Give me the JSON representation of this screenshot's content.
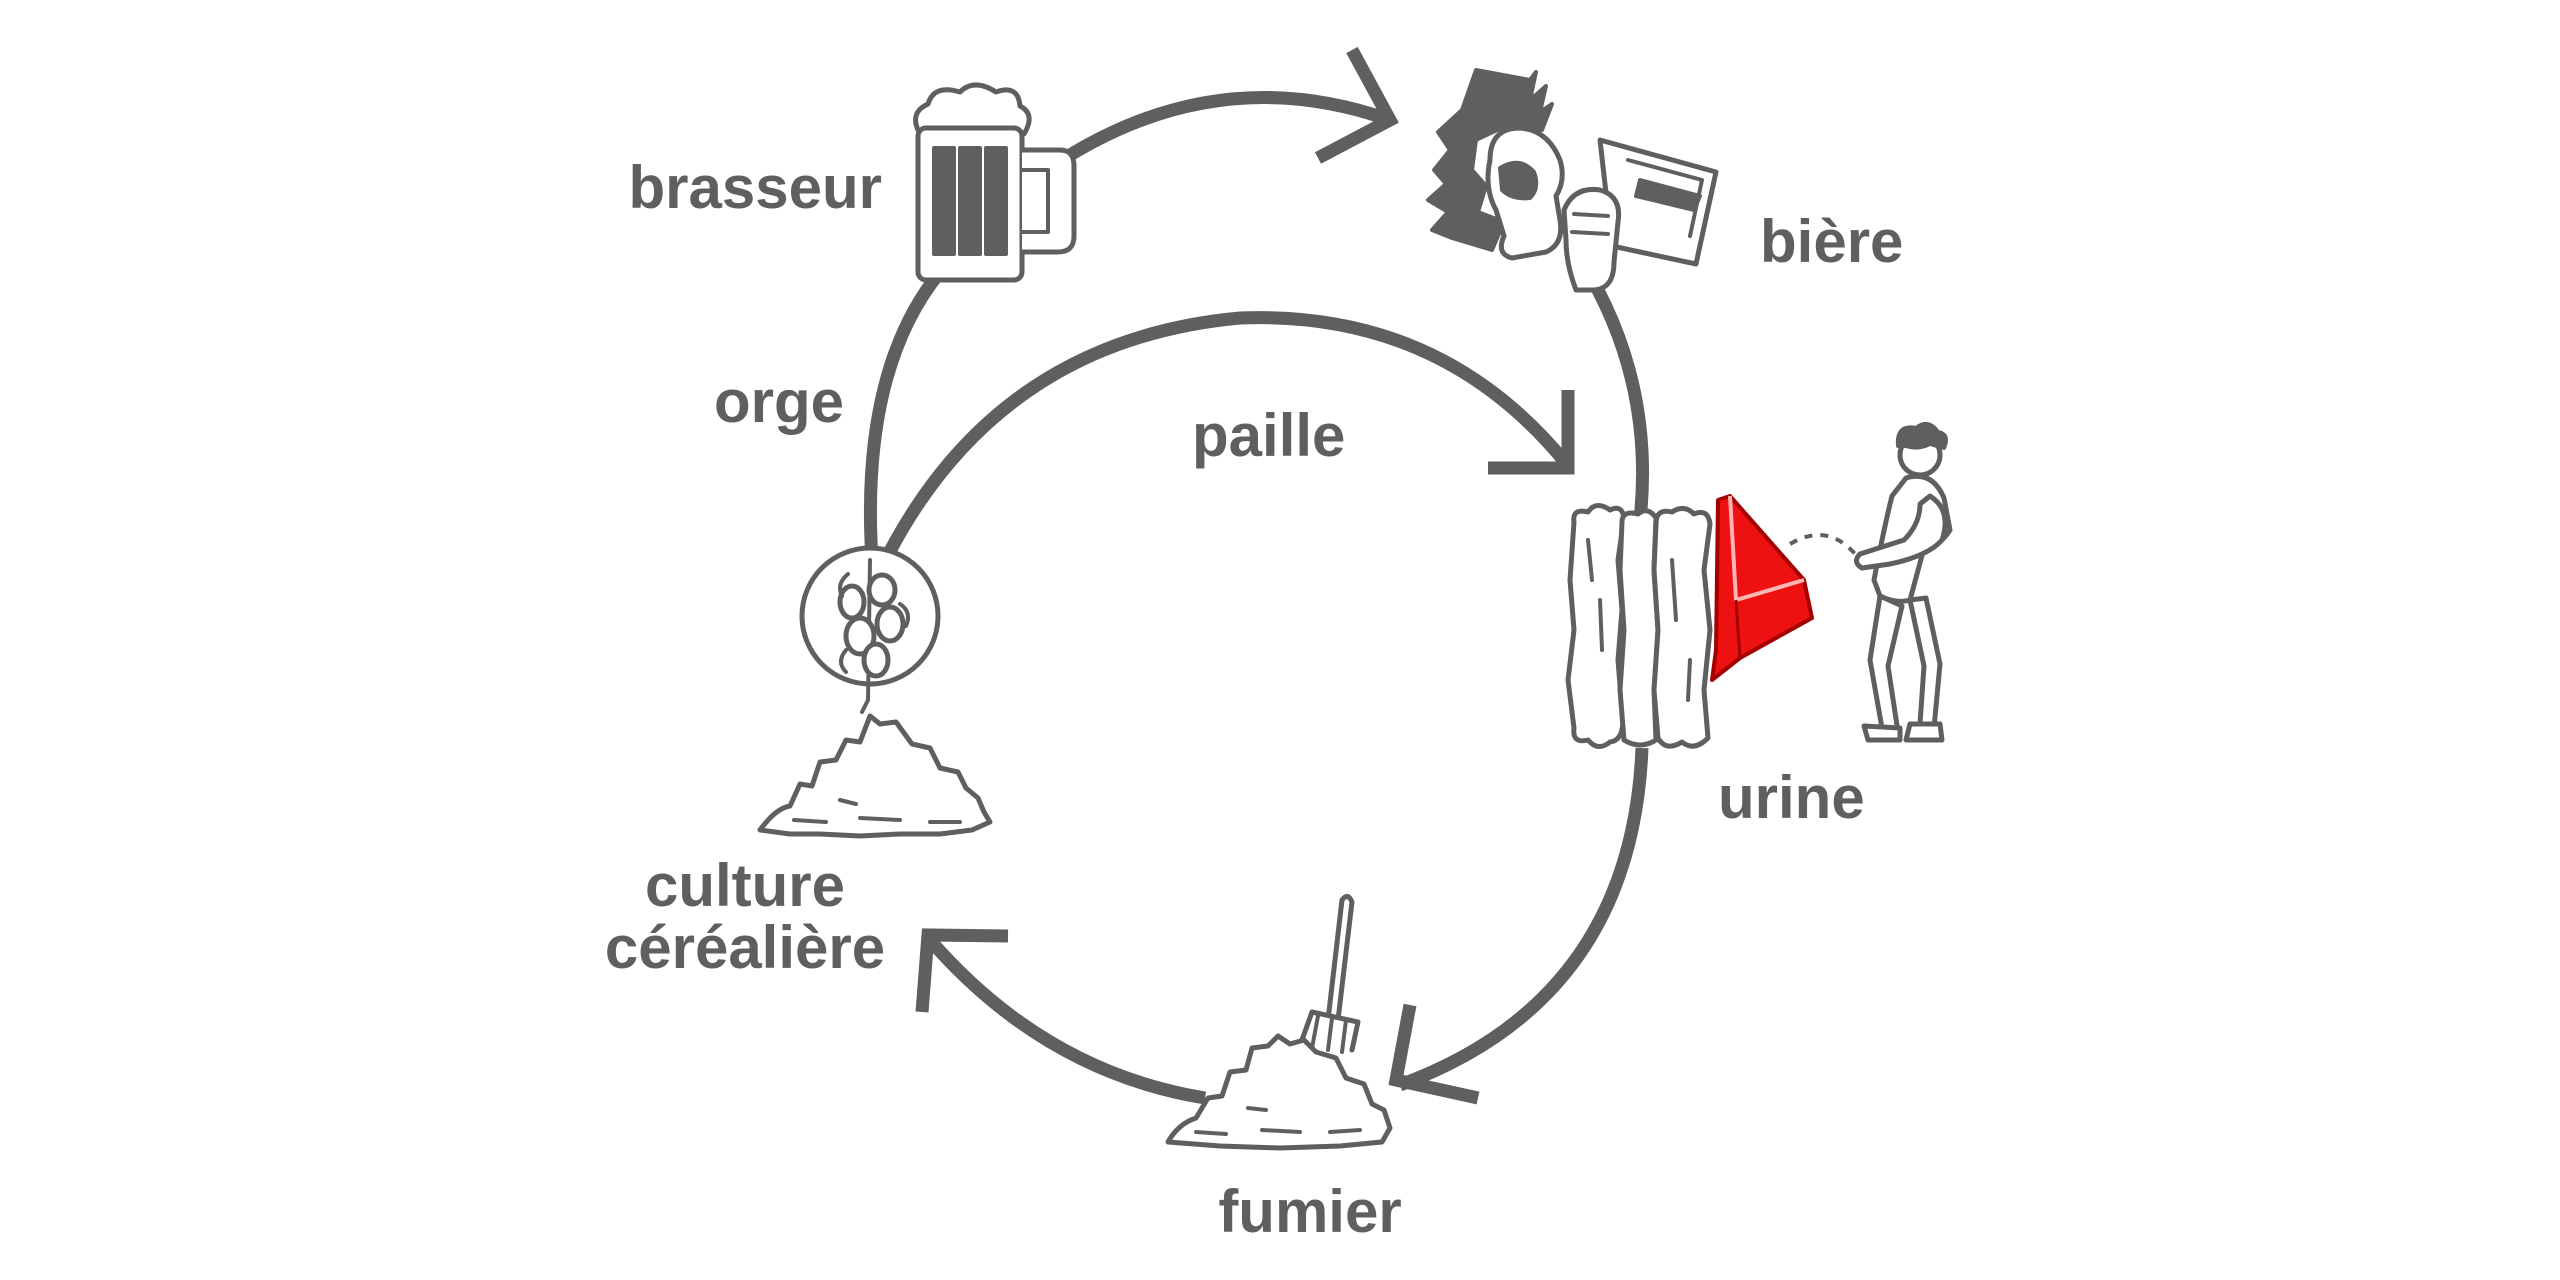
{
  "labels": {
    "brewer": "brasseur",
    "beer": "bière",
    "barley": "orge",
    "straw": "paille",
    "urine": "urine",
    "crop_line1": "culture",
    "crop_line2": "céréalière",
    "manure": "fumier"
  },
  "colors": {
    "line": "#5f5f5f",
    "urinal_accent": "#ee1111",
    "background": "#ffffff"
  },
  "icons": [
    "beer-mug-icon",
    "drinking-person-icon",
    "hop-plant-icon",
    "soil-mound-icon",
    "straw-bale-icon",
    "urinal-icon",
    "urinating-man-icon",
    "pitchfork-manure-icon"
  ]
}
